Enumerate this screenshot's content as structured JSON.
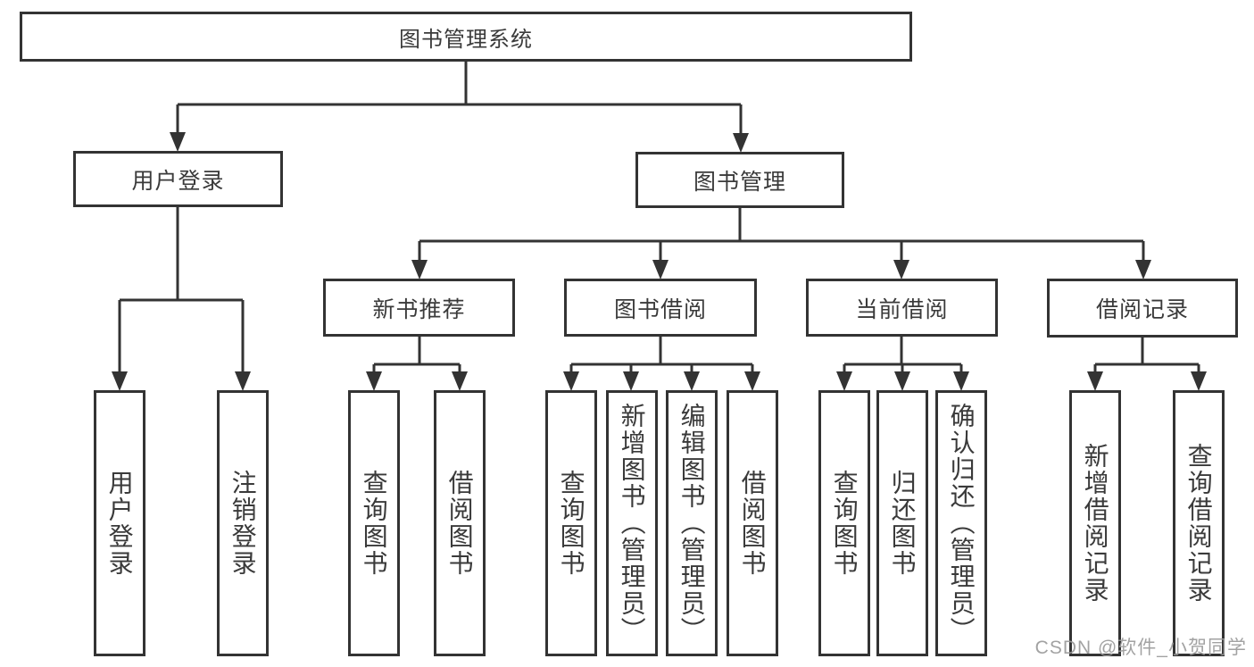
{
  "diagram": {
    "type": "hierarchy-diagram",
    "title": "图书管理系统"
  },
  "colors": {
    "line": "#333333",
    "text": "#3a3a3a",
    "background": "#ffffff",
    "watermark": "#9b9b9b"
  },
  "nodes": {
    "root": {
      "label": "图书管理系统",
      "level": 1
    },
    "user_login": {
      "label": "用户登录",
      "level": 2,
      "parent": "root"
    },
    "book_mgmt": {
      "label": "图书管理",
      "level": 2,
      "parent": "root"
    },
    "login": {
      "label": "用户登录",
      "level": 3,
      "parent": "user_login"
    },
    "logout": {
      "label": "注销登录",
      "level": 3,
      "parent": "user_login"
    },
    "new_book": {
      "label": "新书推荐",
      "level": 3,
      "parent": "book_mgmt"
    },
    "book_borrow": {
      "label": "图书借阅",
      "level": 3,
      "parent": "book_mgmt"
    },
    "current_borrow": {
      "label": "当前借阅",
      "level": 3,
      "parent": "book_mgmt"
    },
    "borrow_record": {
      "label": "借阅记录",
      "level": 3,
      "parent": "book_mgmt"
    },
    "rec_query": {
      "label": "查询图书",
      "level": 4,
      "parent": "new_book"
    },
    "rec_borrow": {
      "label": "借阅图书",
      "level": 4,
      "parent": "new_book"
    },
    "bb_query": {
      "label": "查询图书",
      "level": 4,
      "parent": "book_borrow"
    },
    "bb_add": {
      "label": "新增图书（管理员）",
      "level": 4,
      "parent": "book_borrow"
    },
    "bb_edit": {
      "label": "编辑图书（管理员）",
      "level": 4,
      "parent": "book_borrow"
    },
    "bb_borrow": {
      "label": "借阅图书",
      "level": 4,
      "parent": "book_borrow"
    },
    "cb_query": {
      "label": "查询图书",
      "level": 4,
      "parent": "current_borrow"
    },
    "cb_return": {
      "label": "归还图书",
      "level": 4,
      "parent": "current_borrow"
    },
    "cb_confirm": {
      "label": "确认归还（管理员）",
      "level": 4,
      "parent": "current_borrow"
    },
    "br_add": {
      "label": "新增借阅记录",
      "level": 4,
      "parent": "borrow_record"
    },
    "br_query": {
      "label": "查询借阅记录",
      "level": 4,
      "parent": "borrow_record"
    }
  },
  "watermark": {
    "text": "CSDN @软件_小贺同学"
  }
}
